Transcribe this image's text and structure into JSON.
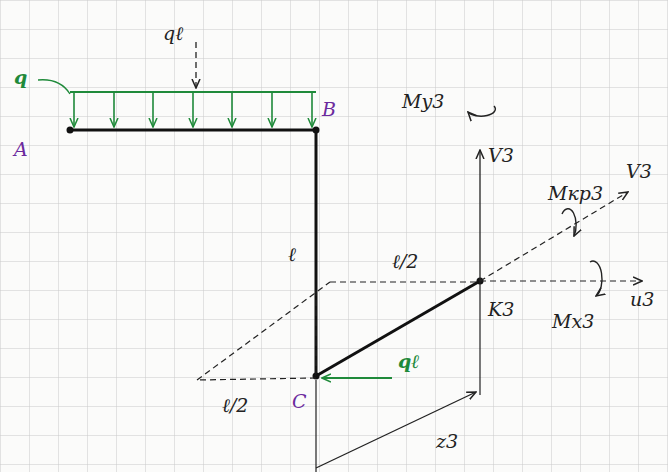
{
  "diagram": {
    "labels": [
      "qℓ",
      "q",
      "A",
      "B",
      "ℓ",
      "ℓ/2",
      "V3",
      "My3",
      "Mкр3",
      "V3",
      "u3",
      "Mx3",
      "K3",
      "qℓ",
      "ℓ/2",
      "C",
      "z3"
    ]
  }
}
